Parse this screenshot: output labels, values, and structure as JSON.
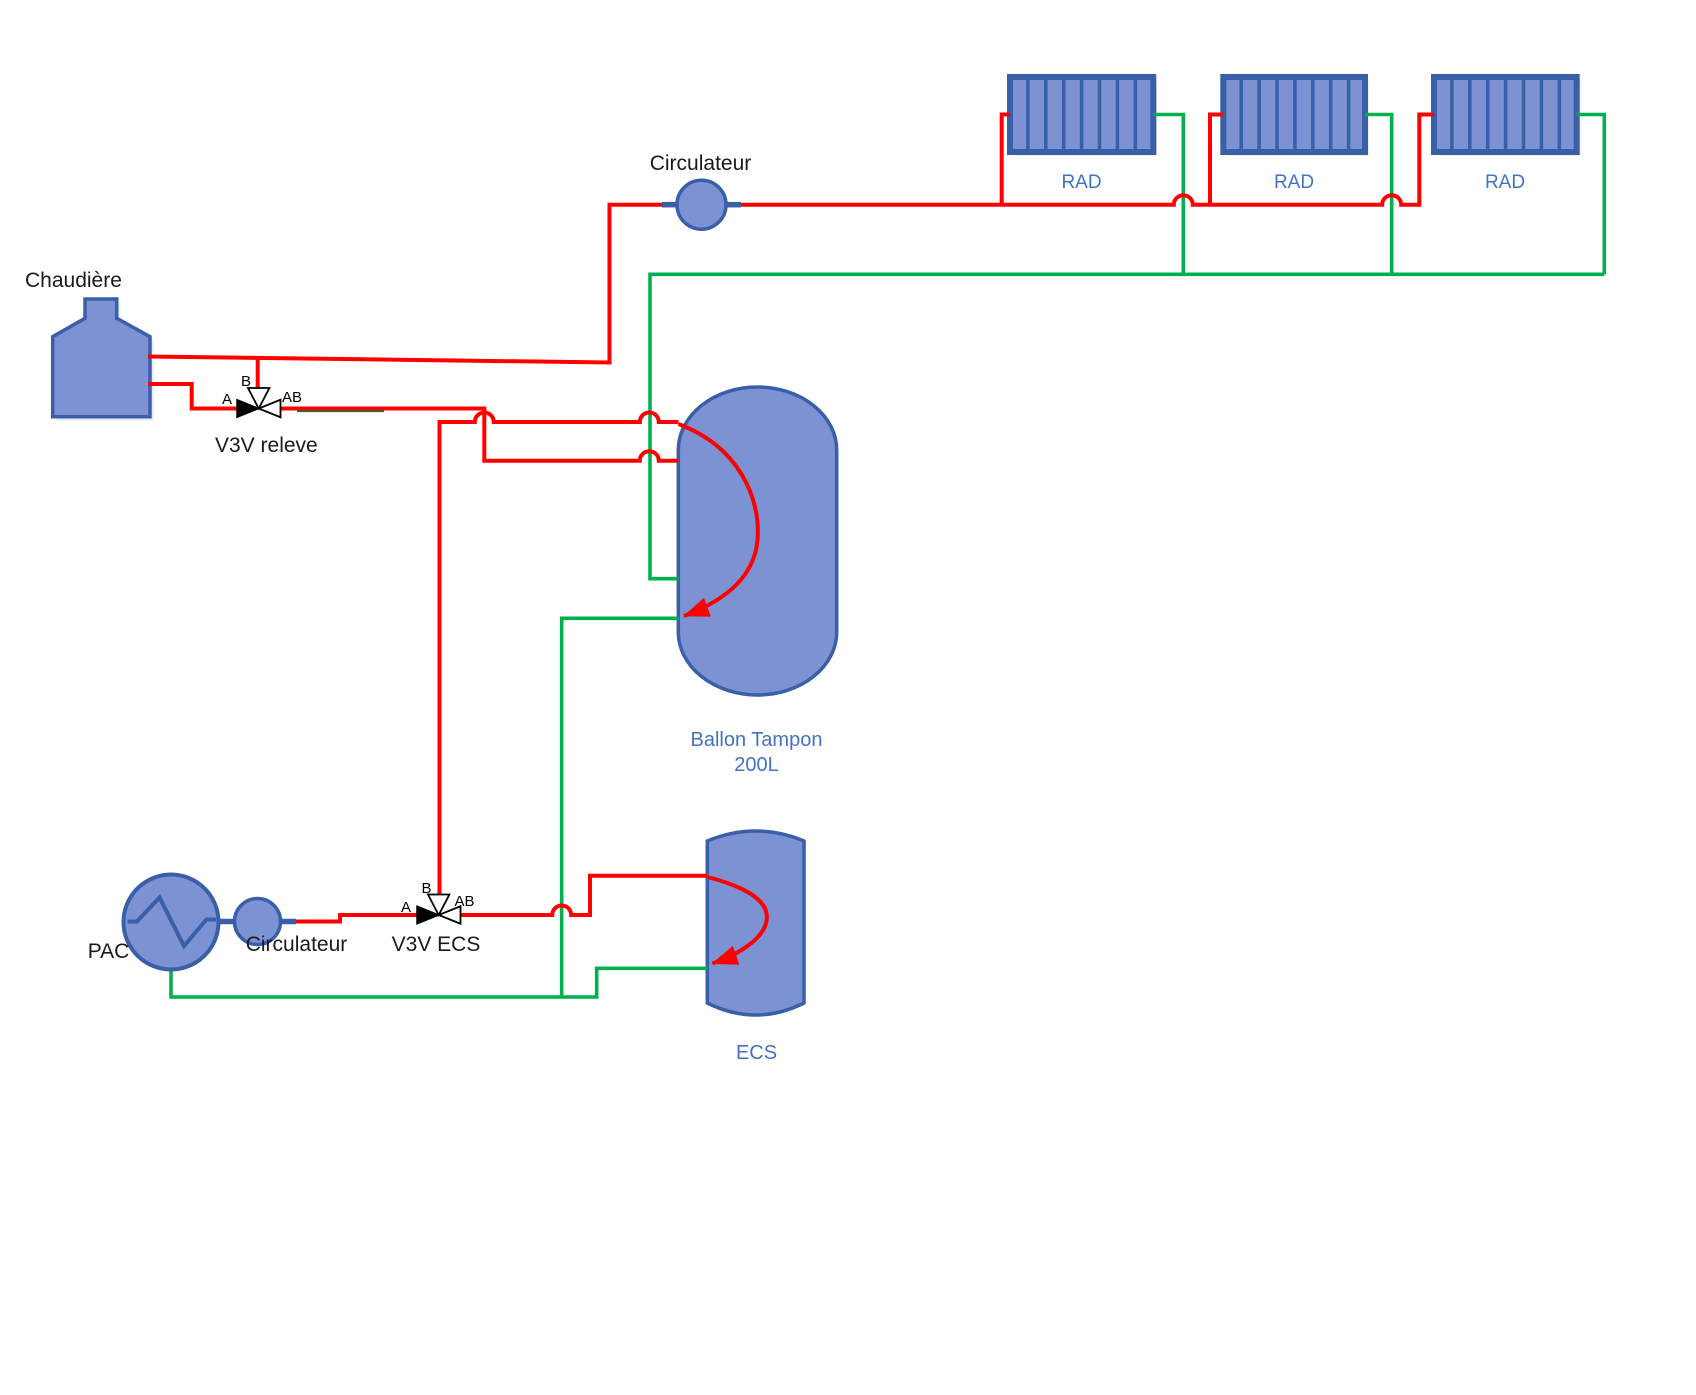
{
  "boiler": {
    "label": "Chaudière"
  },
  "heat_pump": {
    "label": "PAC"
  },
  "circulators": {
    "heating": "Circulateur",
    "pac": "Circulateur"
  },
  "valves": {
    "releve": {
      "label": "V3V releve",
      "port_a": "A",
      "port_b": "B",
      "port_ab": "AB"
    },
    "ecs": {
      "label": "V3V ECS",
      "port_a": "A",
      "port_b": "B",
      "port_ab": "AB"
    }
  },
  "buffer_tank": {
    "name": "Ballon Tampon",
    "capacity": "200L"
  },
  "ecs_tank": {
    "label": "ECS"
  },
  "radiators": [
    {
      "label": "RAD"
    },
    {
      "label": "RAD"
    },
    {
      "label": "RAD"
    }
  ],
  "colors": {
    "supply_pipe": "#FF0000",
    "return_pipe": "#00B050",
    "component_fill": "#7C92D2",
    "component_border": "#3A5FA9",
    "blue_label": "#4472C4",
    "black_label": "#1A1A1A"
  }
}
